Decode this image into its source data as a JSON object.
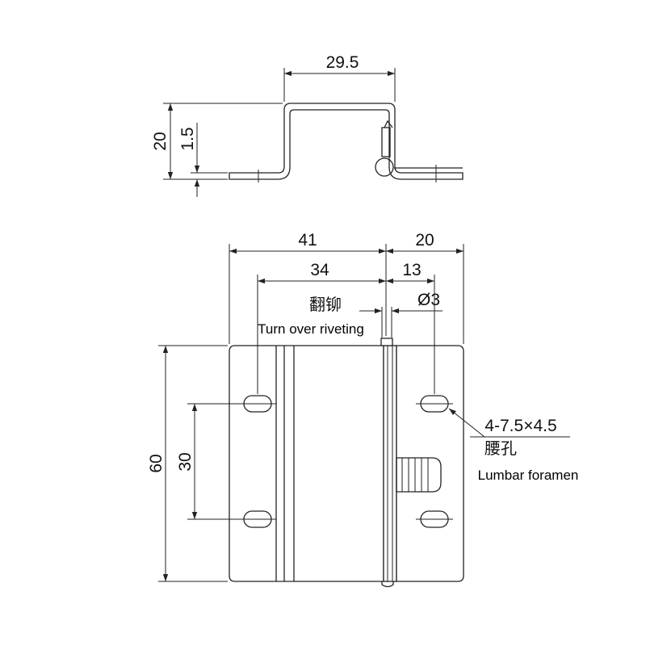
{
  "top_view": {
    "dim_width": "29.5",
    "dim_height": "20",
    "dim_thickness": "1.5"
  },
  "front_view": {
    "dim_total_left": "41",
    "dim_total_right": "20",
    "dim_hole_span_left": "34",
    "dim_hole_span_right": "13",
    "dim_pin": "Ø3",
    "dim_height": "60",
    "dim_hole_pitch": "30",
    "hole_spec": "4-7.5×4.5"
  },
  "labels": {
    "rivet_cn": "翻铆",
    "rivet_en": "Turn over riveting",
    "slot_cn": "腰孔",
    "slot_en": "Lumbar foramen"
  },
  "colors": {
    "line": "#222222",
    "background": "#ffffff"
  }
}
